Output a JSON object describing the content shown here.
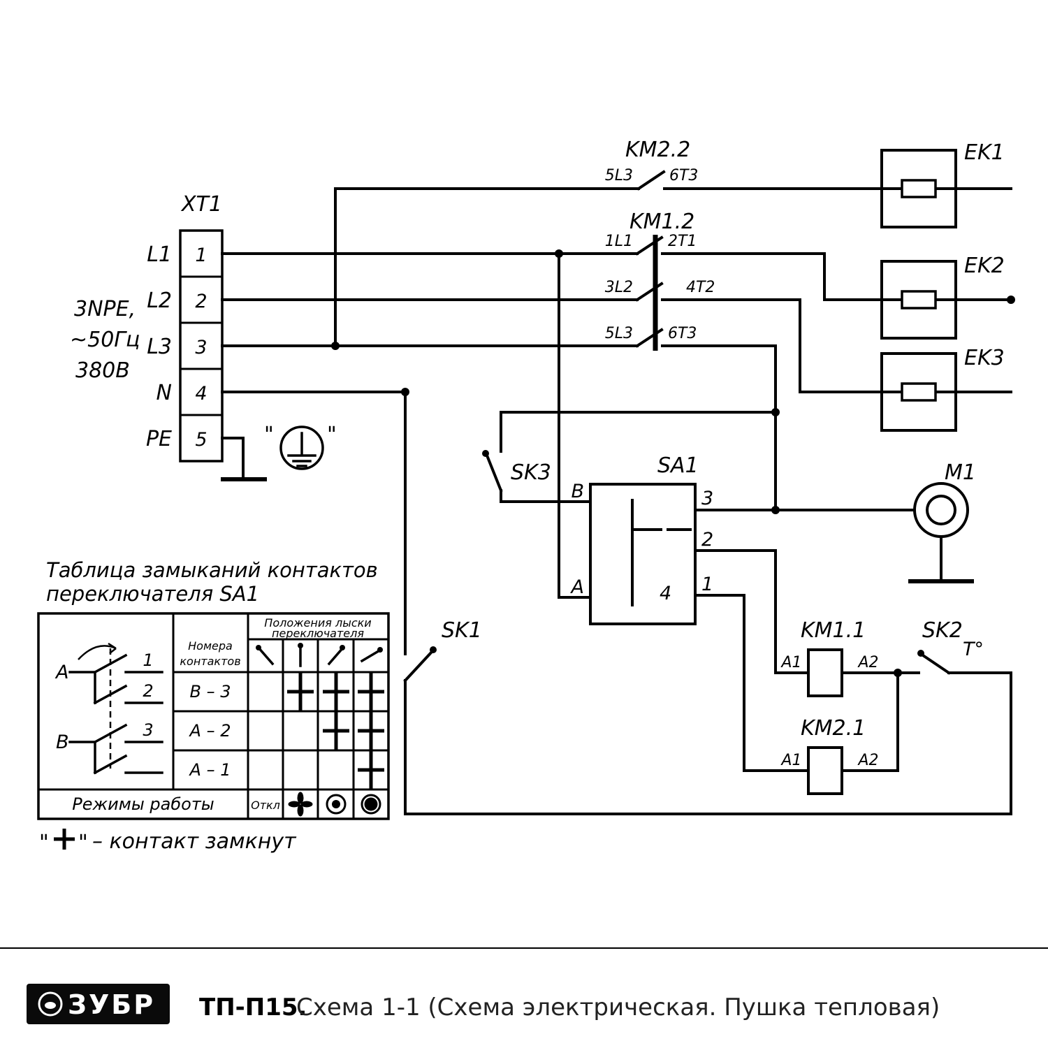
{
  "schematic": {
    "xt1": {
      "title": "XT1",
      "terminals": [
        "1",
        "2",
        "3",
        "4",
        "5"
      ],
      "lines": [
        "L1",
        "L2",
        "L3",
        "N",
        "PE"
      ]
    },
    "supply": [
      "3NPE,",
      "~50Гц",
      "380В"
    ],
    "km22": {
      "label": "KM2.2",
      "pin_left": "5L3",
      "pin_right": "6T3"
    },
    "km12": {
      "label": "KM1.2",
      "pins": [
        [
          "1L1",
          "2T1"
        ],
        [
          "3L2",
          "4T2"
        ],
        [
          "5L3",
          "6T3"
        ]
      ]
    },
    "ek1": "EK1",
    "ek2": "EK2",
    "ek3": "EK3",
    "sa1": {
      "label": "SA1",
      "b": "B",
      "a": "A",
      "c3": "3",
      "c2": "2",
      "c1": "1",
      "c4": "4"
    },
    "m1": "M1",
    "sk1": "SK1",
    "sk2": "SK2",
    "sk2_temp": "T°",
    "sk3": "SK3",
    "km11": {
      "label": "KM1.1",
      "a1": "A1",
      "a2": "A2"
    },
    "km21": {
      "label": "KM2.1",
      "a1": "A1",
      "a2": "A2"
    },
    "ground_quote": "\""
  },
  "table": {
    "title_line1": "Таблица замыканий контактов",
    "title_line2": "переключателя SA1",
    "header_numbers_line1": "Номера",
    "header_numbers_line2": "контактов",
    "header_positions_line1": "Положения лыски",
    "header_positions_line2": "переключателя",
    "rows": [
      {
        "label": "B – 3",
        "closed": [
          false,
          true,
          true,
          true
        ]
      },
      {
        "label": "A – 2",
        "closed": [
          false,
          false,
          true,
          true
        ]
      },
      {
        "label": "A – 1",
        "closed": [
          false,
          false,
          false,
          true
        ]
      }
    ],
    "modes_label": "Режимы работы",
    "mode_off": "Откл",
    "diagram": {
      "a": "A",
      "b": "B",
      "n1": "1",
      "n2": "2",
      "n3": "3"
    }
  },
  "note": {
    "quote": "\"",
    "text": "– контакт замкнут"
  },
  "footer": {
    "brand": "ЗУБР",
    "model": "ТП-П15.",
    "title": "Схема 1-1 (Схема электрическая. Пушка тепловая)"
  }
}
